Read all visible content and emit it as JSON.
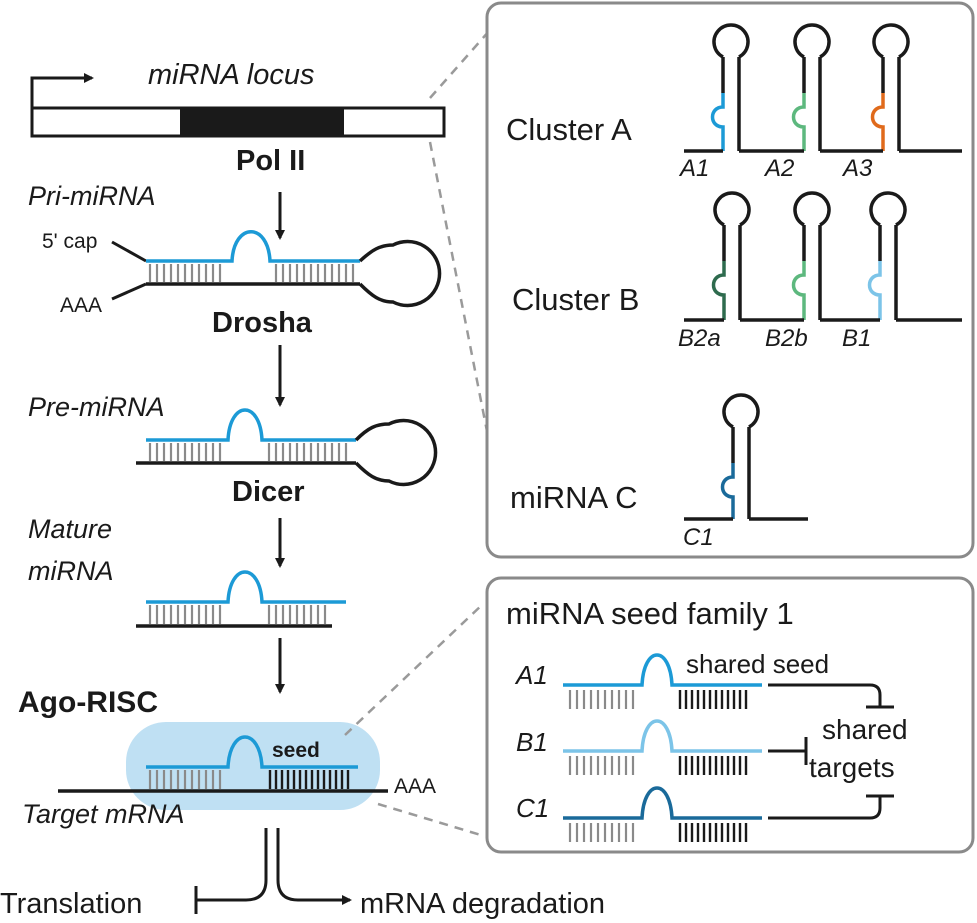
{
  "labels": {
    "mirna_locus": "miRNA locus",
    "pol2": "Pol II",
    "pri_mirna": "Pri-miRNA",
    "cap": "5' cap",
    "polya_left": "AAA",
    "drosha": "Drosha",
    "pre_mirna": "Pre-miRNA",
    "dicer": "Dicer",
    "mature_1": "Mature",
    "mature_2": "miRNA",
    "ago_risc": "Ago-RISC",
    "seed": "seed",
    "polya_right": "AAA",
    "target_mrna": "Target mRNA",
    "translation": "Translation",
    "mrna_degradation": "mRNA degradation"
  },
  "clusters": {
    "cluster_a": "Cluster A",
    "cluster_b": "Cluster B",
    "mirna_c": "miRNA C",
    "members": {
      "a1": "A1",
      "a2": "A2",
      "a3": "A3",
      "b2a": "B2a",
      "b2b": "B2b",
      "b1": "B1",
      "c1": "C1"
    }
  },
  "seed_family": {
    "title": "miRNA seed family 1",
    "rows": [
      "A1",
      "B1",
      "C1"
    ],
    "shared_seed": "shared seed",
    "shared_1": "shared",
    "shared_2": "targets"
  },
  "colors": {
    "blue": "#1c9ad6",
    "light_blue": "#7cc4e8",
    "dark_blue": "#1a6a9a",
    "green": "#5db87e",
    "dark_green": "#2e6b4e",
    "orange": "#e06a1b",
    "dicer": "#e06a1b",
    "risc_fill": "#bfe0f3",
    "gray": "#888888"
  }
}
